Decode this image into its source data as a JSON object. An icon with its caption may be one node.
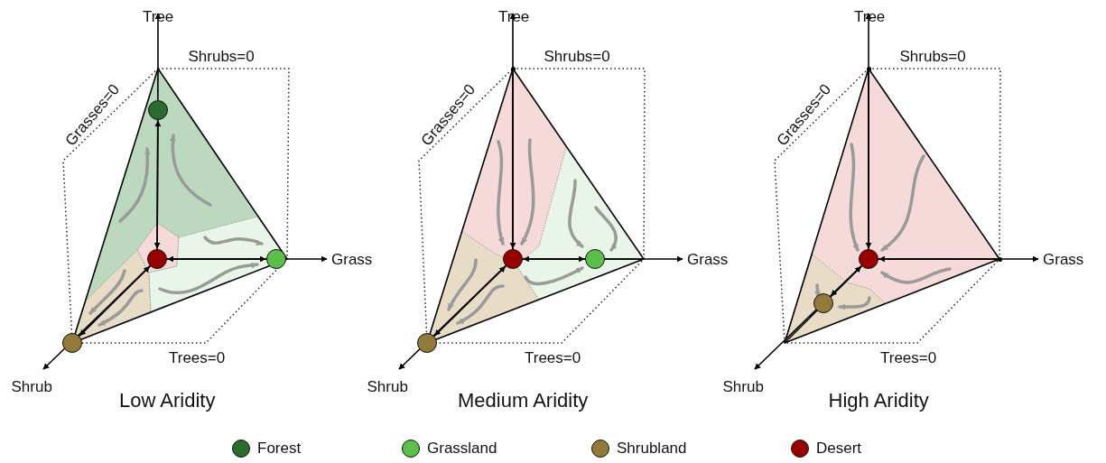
{
  "diagram": {
    "nodes": [
      {
        "text": [],
        "shape": "circle"
      },
      {
        "text": [],
        "shape": "circle"
      },
      {
        "text": [],
        "shape": "circle"
      },
      {
        "text": [],
        "shape": "circle"
      },
      {
        "text": [],
        "shape": "circle"
      },
      {
        "text": [],
        "shape": "circle"
      },
      {
        "text": [],
        "shape": "circle"
      },
      {
        "text": [],
        "shape": "circle"
      },
      {
        "text": [],
        "shape": "circle"
      },
      {
        "text": [],
        "shape": "point"
      },
      {
        "text": [],
        "shape": "point"
      },
      {
        "text": [],
        "shape": "point"
      }
    ],
    "edges": [
      {
        "from": 1,
        "to": 0,
        "arrow": "both"
      },
      {
        "from": 1,
        "to": 2,
        "arrow": "both"
      },
      {
        "from": 1,
        "to": 3,
        "arrow": "both"
      },
      {
        "from": 9,
        "to": 4,
        "arrow": "to"
      },
      {
        "from": 4,
        "to": 5,
        "arrow": "both"
      },
      {
        "from": 4,
        "to": 6,
        "arrow": "both"
      },
      {
        "from": 10,
        "to": 7,
        "arrow": "to"
      },
      {
        "from": 11,
        "to": 7,
        "arrow": "to"
      },
      {
        "from": 7,
        "to": 8,
        "arrow": "both"
      }
    ],
    "labels": [
      "Tree",
      "Shrubs=0",
      "Grasses=0",
      "Grass",
      "Trees=0",
      "Shrub",
      "Low Aridity",
      "Tree",
      "Shrubs=0",
      "Grasses=0",
      "Grass",
      "Trees=0",
      "Shrub",
      "Medium Aridity",
      "Tree",
      "Shrubs=0",
      "Grasses=0",
      "Grass",
      "Trees=0",
      "Shrub",
      "High Aridity"
    ],
    "legend": [
      {
        "text": "Forest",
        "color": "#2a6b2f"
      },
      {
        "text": "Grassland",
        "color": "#5cbf4a"
      },
      {
        "text": "Shrubland",
        "color": "#927a3b"
      },
      {
        "text": "Desert",
        "color": "#990000"
      }
    ]
  }
}
